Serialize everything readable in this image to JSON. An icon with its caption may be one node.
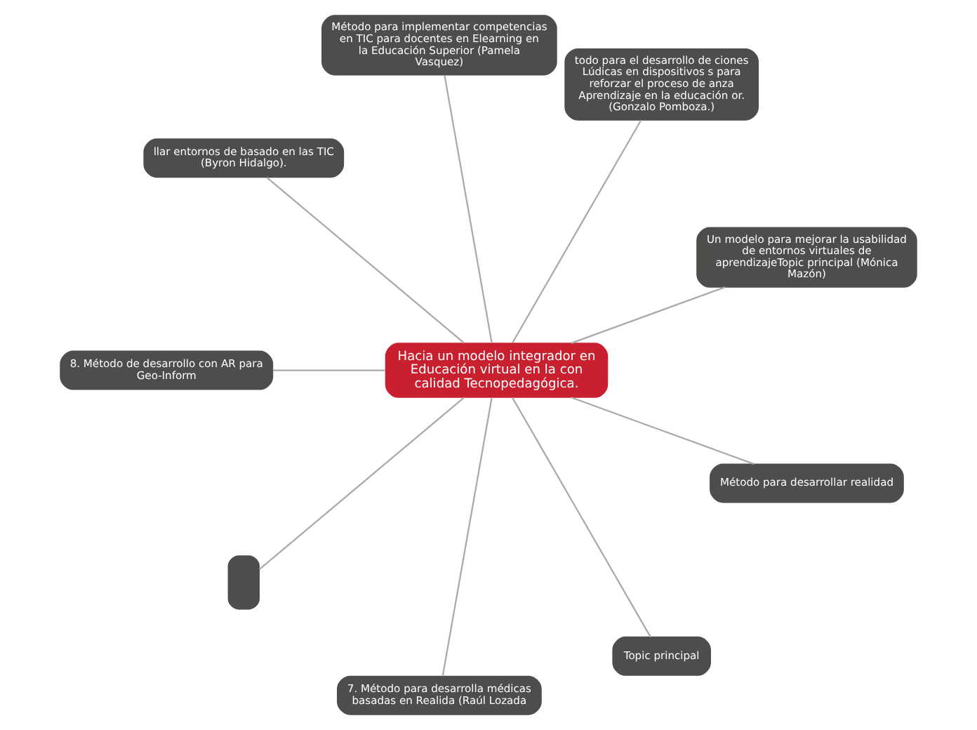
{
  "diagram": {
    "nodes": [
      {
        "text": [
          "Hacia un modelo integrador en Educación virtual en la con calidad Tecnopedagógica."
        ]
      },
      {
        "text": [
          "Un modelo para mejorar la usabilidad de entornos virtuales de aprendizajeTopic principal (Mónica Mazón)"
        ]
      },
      {
        "text": [
          "todo para el desarrollo de ciones Lúdicas en dispositivos s para reforzar el proceso de anza Aprendizaje en la educación or. (Gonzalo Pomboza.)"
        ]
      },
      {
        "text": [
          "Método para implementar competencias en TIC para docentes en Elearning en la Educación Superior (Pamela  Vasquez)"
        ]
      },
      {
        "text": [
          "llar entornos de basado en las TIC (Byron Hidalgo)."
        ]
      },
      {
        "text": [
          "8. Método de desarrollo con AR para Geo-Inform"
        ]
      },
      {
        "text": [],
        "shape": "box"
      },
      {
        "text": [
          "7. Método para desarrolla médicas basadas en Realida (Raúl Lozada"
        ]
      },
      {
        "text": [
          "Topic principal"
        ]
      },
      {
        "text": [
          "Método para desarrollar realidad"
        ]
      }
    ],
    "edges": [
      {
        "from": 0,
        "to": 1,
        "arrow": "none"
      },
      {
        "from": 0,
        "to": 2,
        "arrow": "none"
      },
      {
        "from": 0,
        "to": 3,
        "arrow": "none"
      },
      {
        "from": 0,
        "to": 4,
        "arrow": "none"
      },
      {
        "from": 0,
        "to": 5,
        "arrow": "none"
      },
      {
        "from": 0,
        "to": 6,
        "arrow": "none"
      },
      {
        "from": 0,
        "to": 7,
        "arrow": "none"
      },
      {
        "from": 0,
        "to": 8,
        "arrow": "none"
      },
      {
        "from": 0,
        "to": 9,
        "arrow": "none"
      }
    ]
  }
}
